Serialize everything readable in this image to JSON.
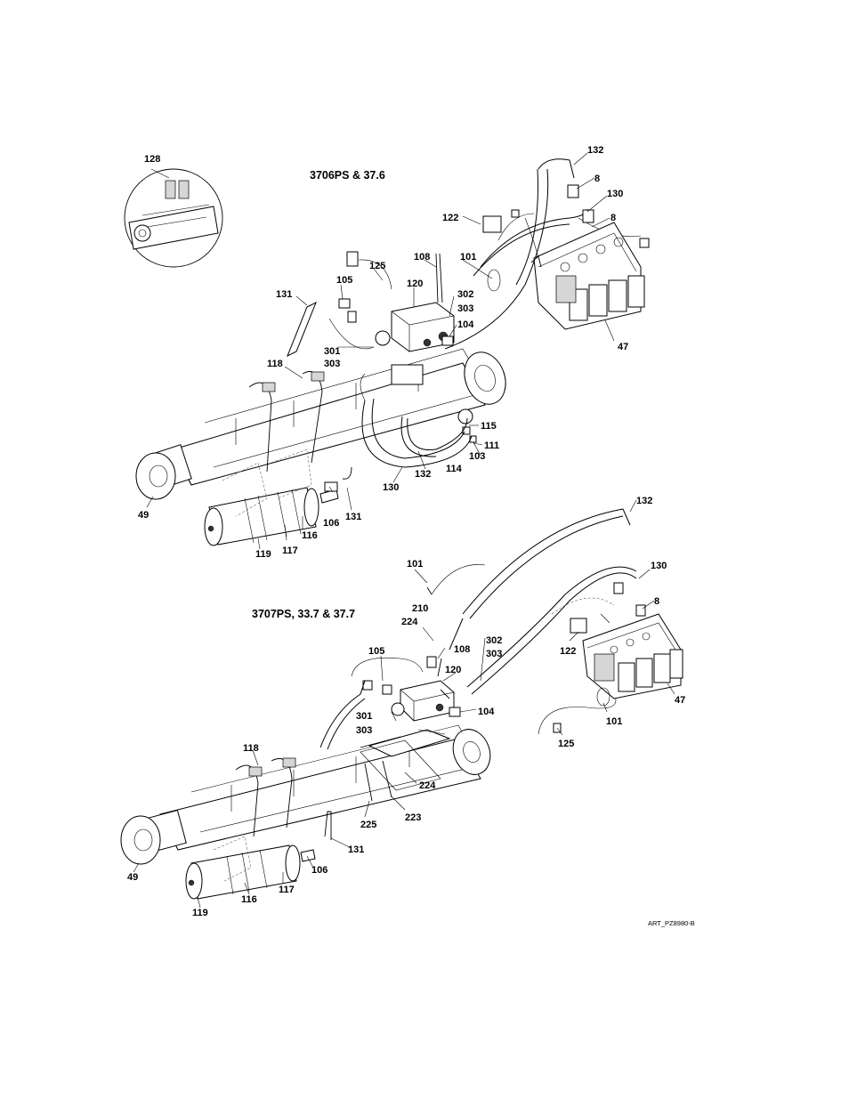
{
  "diagrams": {
    "upper": {
      "title": "3706PS & 37.6",
      "callouts": {
        "c128": "128",
        "c132": "132",
        "c8a": "8",
        "c130": "130",
        "c8b": "8",
        "c122": "122",
        "c108": "108",
        "c101": "101",
        "c125": "125",
        "c105": "105",
        "c131a": "131",
        "c120": "120",
        "c302": "302",
        "c303a": "303",
        "c104": "104",
        "c47": "47",
        "c301": "301",
        "c303b": "303",
        "c118": "118",
        "c115": "115",
        "c111": "111",
        "c103": "103",
        "c114": "114",
        "c49": "49",
        "c130b": "130",
        "c132b": "132",
        "c106": "106",
        "c131b": "131",
        "c116": "116",
        "c119": "119",
        "c117": "117"
      }
    },
    "lower": {
      "title": "3707PS, 33.7 & 37.7",
      "callouts": {
        "c132": "132",
        "c101a": "101",
        "c130": "130",
        "c8": "8",
        "c210": "210",
        "c224a": "224",
        "c108": "108",
        "c302": "302",
        "c303a": "303",
        "c105": "105",
        "c120": "120",
        "c122": "122",
        "c47": "47",
        "c301": "301",
        "c303b": "303",
        "c104": "104",
        "c101b": "101",
        "c125": "125",
        "c118": "118",
        "c224b": "224",
        "c225": "225",
        "c223": "223",
        "c131": "131",
        "c106": "106",
        "c117": "117",
        "c49": "49",
        "c116": "116",
        "c119": "119"
      }
    }
  },
  "art_id": "ART_PZ8980-B"
}
